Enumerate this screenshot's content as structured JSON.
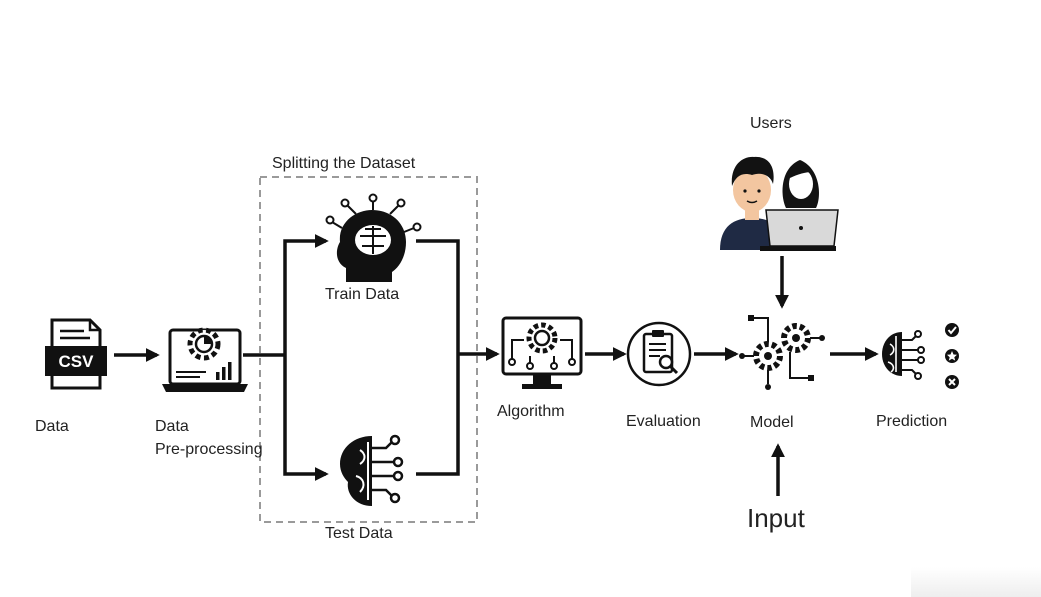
{
  "labels": {
    "data": "Data",
    "data_preprocessing_line1": "Data",
    "data_preprocessing_line2": "Pre-processing",
    "split_group": "Splitting the  Dataset",
    "train_data": "Train Data",
    "test_data": "Test Data",
    "algorithm": "Algorithm",
    "evaluation": "Evaluation",
    "users": "Users",
    "model": "Model",
    "prediction": "Prediction",
    "input": "Input",
    "csv_badge": "CSV"
  },
  "colors": {
    "ink": "#111111",
    "dashed_border": "#9a9a9a",
    "skin": "#f3c6a0",
    "shirt": "#1f2a44",
    "hair": "#121212",
    "laptop": "#d9d9d9"
  },
  "icons": [
    "csv-file-icon",
    "preprocessing-laptop-icon",
    "brain-train-icon",
    "brain-test-icon",
    "algorithm-monitor-icon",
    "evaluation-clipboard-icon",
    "model-gears-icon",
    "prediction-brain-icon",
    "check-icon",
    "star-icon",
    "cross-icon",
    "users-icon"
  ]
}
